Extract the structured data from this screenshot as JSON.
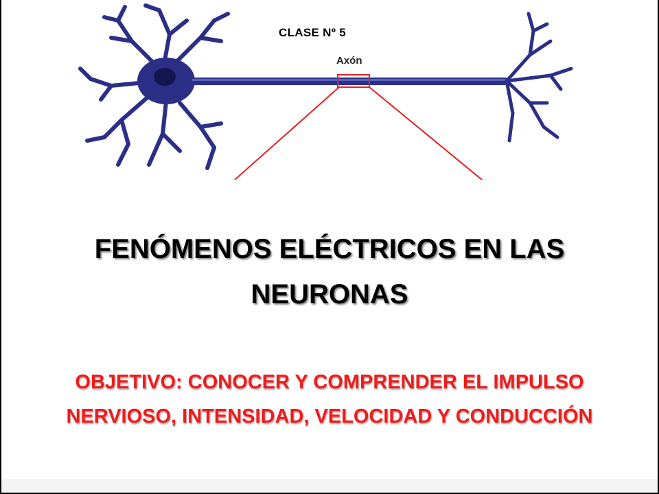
{
  "slide": {
    "class_label": "CLASE Nº 5",
    "axon_label": "Axón",
    "title_line1": "FENÓMENOS ELÉCTRICOS EN LAS",
    "title_line2": "NEURONAS",
    "objective_line1": "OBJETIVO: CONOCER Y COMPRENDER EL IMPULSO",
    "objective_line2": "NERVIOSO, INTENSIDAD, VELOCIDAD Y CONDUCCIÓN"
  },
  "colors": {
    "neuron": "#2b2f86",
    "zoom_lines": "#e52020",
    "objective_text": "#ee1c1c"
  }
}
